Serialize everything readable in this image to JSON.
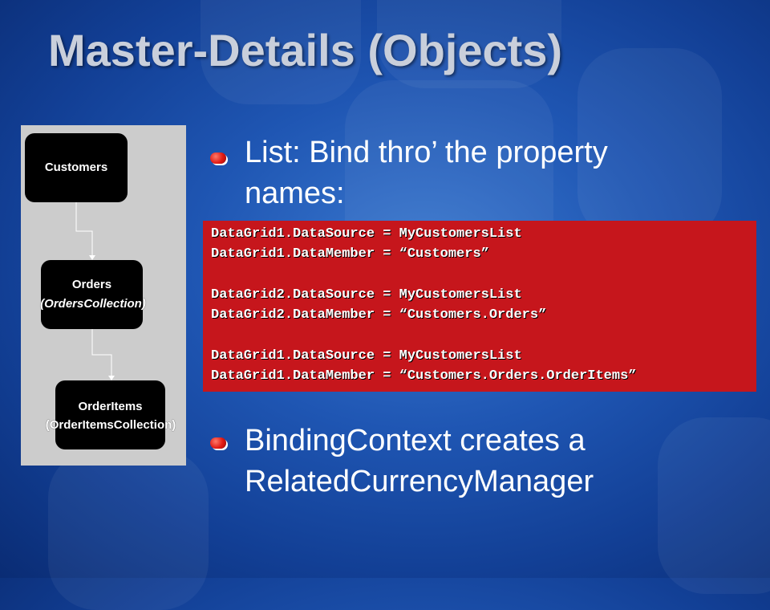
{
  "slide": {
    "title": "Master-Details (Objects)"
  },
  "diagram": {
    "customers_label": "Customers",
    "orders_label": "Orders",
    "orders_sub": "(OrdersCollection)",
    "orderitems_label": "OrderItems",
    "orderitems_sub": "(OrderItemsCollection)"
  },
  "bullets": [
    {
      "line1": "List: Bind thro’ the property",
      "line2": "names:"
    },
    {
      "line1": "BindingContext creates a",
      "line2": "RelatedCurrencyManager"
    }
  ],
  "code": [
    "DataGrid1.DataSource = MyCustomersList",
    "DataGrid1.DataMember = “Customers”",
    "",
    "DataGrid2.DataSource = MyCustomersList",
    "DataGrid2.DataMember = “Customers.Orders”",
    "",
    "DataGrid1.DataSource = MyCustomersList",
    "DataGrid1.DataMember = “Customers.Orders.OrderItems”"
  ],
  "colors": {
    "code_background": "#c6161c",
    "diagram_background": "#cccccc",
    "bullet": "#e01a14"
  }
}
